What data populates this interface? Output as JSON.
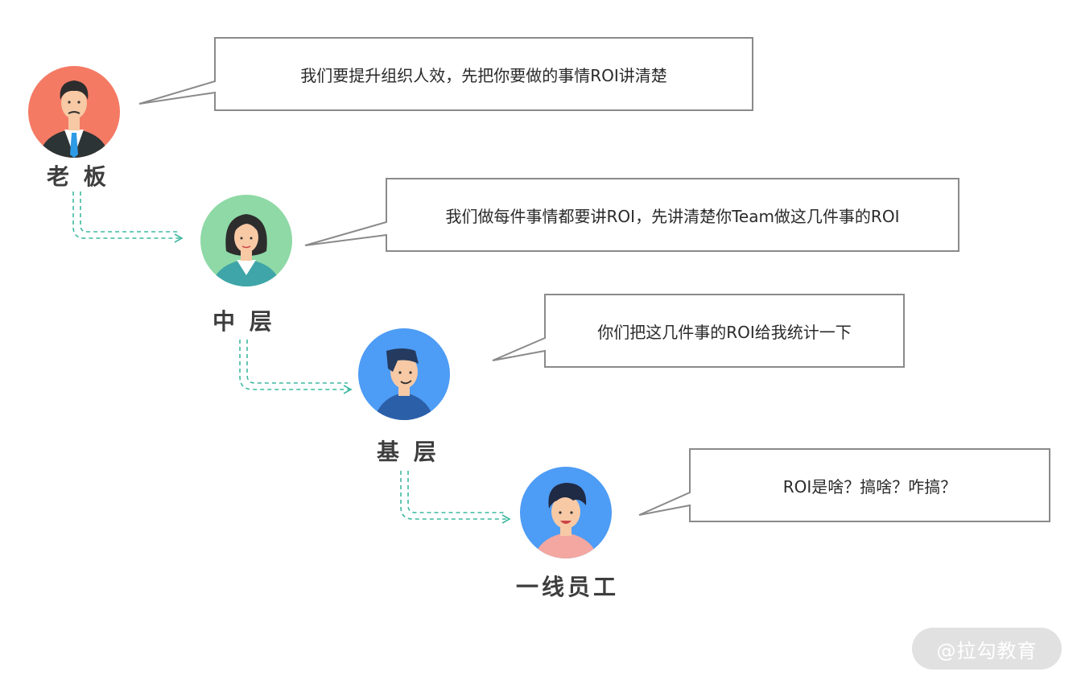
{
  "nodes": [
    {
      "label": "老 板",
      "speech": "我们要提升组织人效，先把你要做的事情ROI讲清楚"
    },
    {
      "label": "中 层",
      "speech": "我们做每件事情都要讲ROI，先讲清楚你Team做这几件事的ROI"
    },
    {
      "label": "基 层",
      "speech": "你们把这几件事的ROI给我统计一下"
    },
    {
      "label": "一线员工",
      "speech": "ROI是啥？搞啥？咋搞？"
    }
  ],
  "watermark": "@拉勾教育",
  "colors": {
    "boss_bg": "#f47a64",
    "middle_bg": "#8ed9a6",
    "base_bg": "#4d9cf5",
    "staff_bg": "#4d9cf5",
    "arrow": "#3fb8a0",
    "bubble_border": "#8a8a8a"
  },
  "icons": [
    "boss-avatar-icon",
    "middle-manager-avatar-icon",
    "base-manager-avatar-icon",
    "frontline-staff-avatar-icon"
  ]
}
